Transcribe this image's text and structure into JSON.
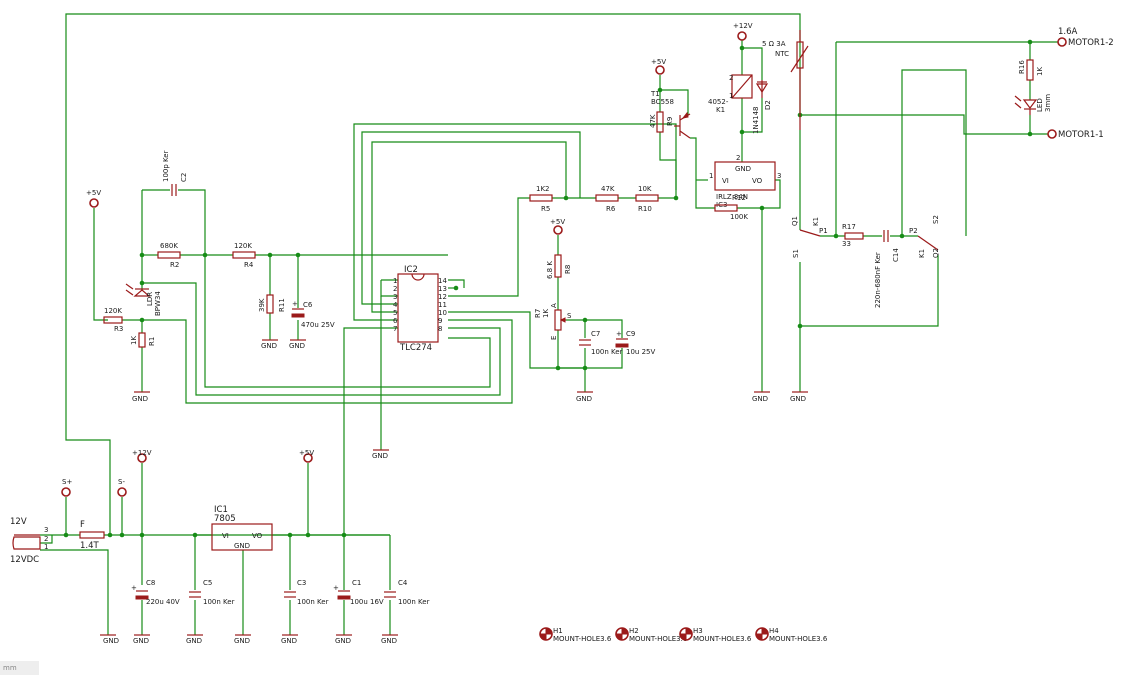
{
  "labels": {
    "r1": [
      "R1",
      "1K"
    ],
    "r2": [
      "R2",
      "680K"
    ],
    "r3": [
      "R3",
      "120K"
    ],
    "r4": [
      "R4",
      "120K"
    ],
    "r5": [
      "R5",
      "1K2"
    ],
    "r6": [
      "R6",
      "47K"
    ],
    "r8": [
      "R8",
      "6.8 K"
    ],
    "r9": [
      "R9",
      "47K"
    ],
    "r10": [
      "R10",
      "10K"
    ],
    "r11": [
      "R11",
      "39K"
    ],
    "r12": [
      "R12",
      "100K"
    ],
    "r16": [
      "R16",
      "1K"
    ],
    "r17": [
      "R17",
      "33"
    ],
    "r7": [
      "R7",
      "1K"
    ],
    "c1": [
      "C1",
      "100u 16V"
    ],
    "c2": [
      "C2",
      "100p Ker"
    ],
    "c3": [
      "C3",
      "100n Ker"
    ],
    "c4": [
      "C4",
      "100n Ker"
    ],
    "c5": [
      "C5",
      "100n Ker"
    ],
    "c6": [
      "C6",
      "470u 25V"
    ],
    "c7": [
      "C7",
      "100n Ker"
    ],
    "c8": [
      "C8",
      "220u 40V"
    ],
    "c9": [
      "C9",
      "10u 25V"
    ],
    "c14": [
      "C14",
      "220n-680nF Ker"
    ],
    "ic1": [
      "IC1",
      "7805",
      "VI",
      "VO",
      "GND"
    ],
    "ic2": [
      "IC2",
      "TLC274"
    ],
    "ic3": [
      "IC3",
      "IRLZ 34N",
      "VI",
      "VO",
      "GND"
    ],
    "t1": [
      "T1",
      "BC558"
    ],
    "k1": [
      "K1",
      "4052-"
    ],
    "d2": [
      "D2",
      "1N4148"
    ],
    "ldr": [
      "LDR",
      "BPW34"
    ],
    "led": [
      "LED",
      "3mm"
    ],
    "ntc": [
      "5 Ω 3A",
      "NTC"
    ],
    "fuse": [
      "F",
      "1.4T"
    ],
    "jack": [
      "12V",
      "12VDC",
      "3",
      "2",
      "1"
    ],
    "supplies": [
      "+5V",
      "+12V",
      "GND",
      "S+",
      "S-"
    ],
    "motor": [
      "1.6A",
      "MOTOR1-2",
      "MOTOR1-1"
    ],
    "relay": [
      "K1",
      "S1",
      "S2",
      "P1",
      "P2",
      "Q1",
      "Q2"
    ],
    "pot": [
      "A",
      "E",
      "S"
    ],
    "holes": [
      [
        "H1",
        "MOUNT-HOLE3.6"
      ],
      [
        "H2",
        "MOUNT-HOLE3.6"
      ],
      [
        "H3",
        "MOUNT-HOLE3.6"
      ],
      [
        "H4",
        "MOUNT-HOLE3.6"
      ]
    ],
    "pins": [
      "1",
      "2",
      "3",
      "4",
      "5",
      "6",
      "7",
      "8",
      "9",
      "10",
      "11",
      "12",
      "13",
      "14"
    ]
  },
  "status": "mm"
}
